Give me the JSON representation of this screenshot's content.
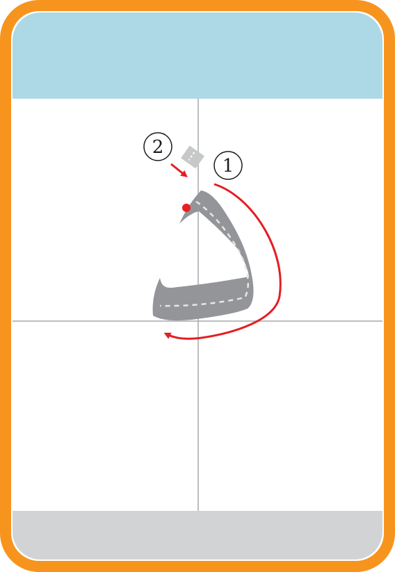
{
  "steps": [
    {
      "number": "1"
    },
    {
      "number": "2"
    }
  ],
  "colors": {
    "frame": "#f7941e",
    "header": "#add8e6",
    "footer": "#d1d3d4",
    "guide_lines": "#a7a9ac",
    "letter": "#939598",
    "stroke_arrows": "#e31e24",
    "start_dot": "#ed1c24",
    "dashed_path": "#e6e7e8"
  },
  "letter": "د"
}
